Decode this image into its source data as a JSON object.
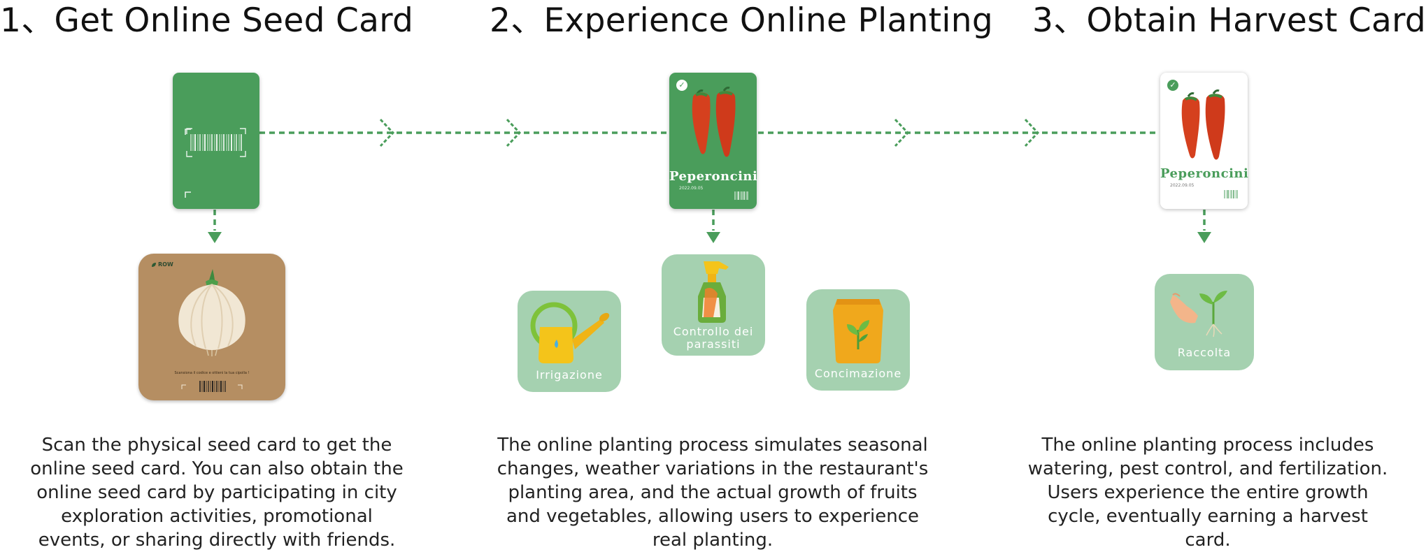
{
  "steps": [
    {
      "title": "1、Get Online Seed Card",
      "description": "Scan the physical seed card to get the online seed card. You can also obtain the online seed card by participating in city exploration activities, promotional events, or sharing directly with friends."
    },
    {
      "title": "2、Experience Online Planting",
      "description": "The online planting process simulates seasonal changes, weather variations in the restaurant's planting area, and the actual growth of fruits and vegetables, allowing users to experience real planting."
    },
    {
      "title": "3、Obtain Harvest Card",
      "description": "The online planting process includes watering, pest control, and fertilization. Users experience the entire growth cycle, eventually earning a harvest card."
    }
  ],
  "seed_card": {
    "brand": "ROW",
    "caption": "Scansiona il codice e ottieni la tua cipolla !",
    "icon": "onion-icon"
  },
  "online_card": {
    "title": "Peperoncini",
    "date": "2022.09.05",
    "icon": "chili-peppers-icon"
  },
  "harvest_card": {
    "title": "Peperoncini",
    "date": "2022.09.05",
    "icon": "chili-peppers-icon"
  },
  "actions": [
    {
      "label": "Irrigazione",
      "icon": "watering-can-icon"
    },
    {
      "label": "Controllo dei parassiti",
      "icon": "spray-bottle-icon"
    },
    {
      "label": "Concimazione",
      "icon": "fertilizer-bag-icon"
    }
  ],
  "harvest_action": {
    "label": "Raccolta",
    "icon": "hand-sprout-icon"
  },
  "colors": {
    "card_green": "#4a9d5b",
    "connector": "#4a9d5b",
    "action_bg": "#a5d1b0",
    "chili_red": "#d5401e",
    "kraft": "#b58e62"
  }
}
